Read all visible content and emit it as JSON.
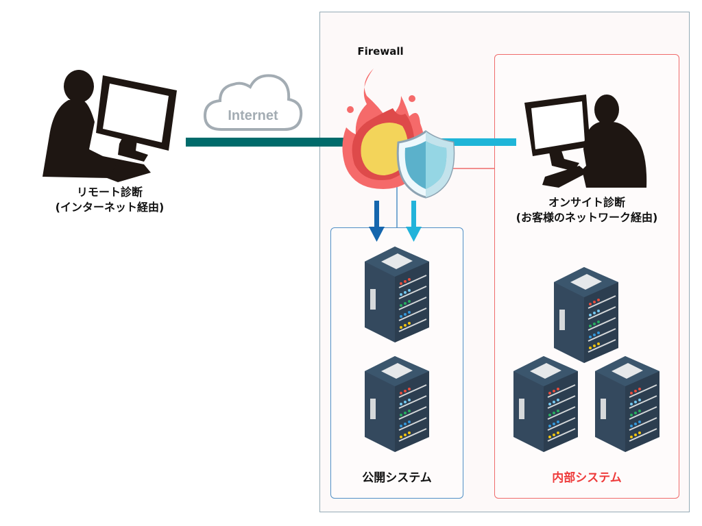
{
  "diagram": {
    "remote": {
      "title": "リモート診断",
      "subtitle": "(インターネット経由)"
    },
    "internet_label": "Internet",
    "firewall_label": "Firewall",
    "onsite": {
      "title": "オンサイト診断",
      "subtitle": "(お客様のネットワーク経由)"
    },
    "public_system_label": "公開システム",
    "internal_system_label": "内部システム",
    "colors": {
      "internet_line": "#006b6b",
      "internal_line": "#1fb5d8",
      "public_arrow_dark": "#1566ad",
      "public_arrow_light": "#22b3da",
      "internal_border": "#ef6a6a",
      "public_border": "#4f8fc5",
      "outer_border": "#93aab5",
      "internal_label": "#ee3b3b"
    }
  }
}
